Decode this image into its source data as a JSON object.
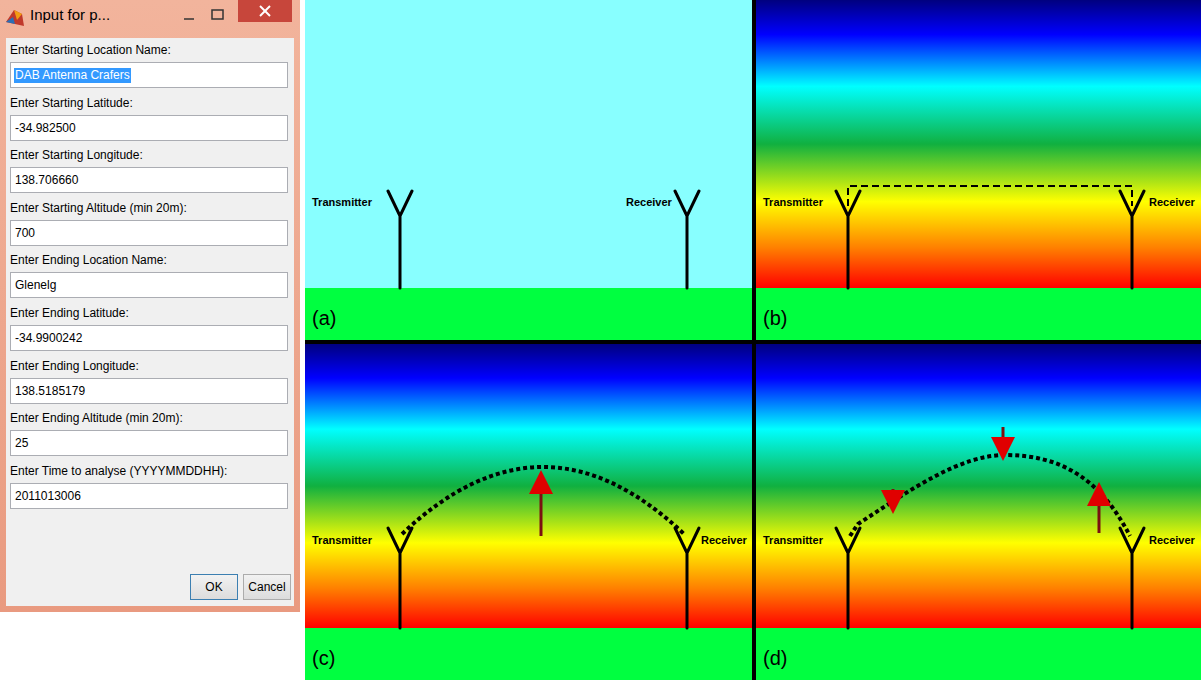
{
  "diagram": {
    "nodes": [
      {
        "text": [
          "Input for p..."
        ]
      },
      {
        "text": [
          "Enter Starting Location Name:",
          "DAB Antenna Crafers"
        ],
        "in": 0
      },
      {
        "text": [
          "Enter Starting Latitude:",
          "-34.982500"
        ],
        "in": 0
      },
      {
        "text": [
          "Enter Starting Longitude:",
          "138.706660"
        ],
        "in": 0
      },
      {
        "text": [
          "Enter Starting Altitude (min 20m):",
          "700"
        ],
        "in": 0
      },
      {
        "text": [
          "Enter Ending Location Name:",
          "Glenelg"
        ],
        "in": 0
      },
      {
        "text": [
          "Enter Ending Latitude:",
          "-34.9900242"
        ],
        "in": 0
      },
      {
        "text": [
          "Enter Ending Longitude:",
          "138.5185179"
        ],
        "in": 0
      },
      {
        "text": [
          "Enter Ending Altitude (min 20m):",
          "25"
        ],
        "in": 0
      },
      {
        "text": [
          "Enter Time to analyse (YYYYMMDDHH):",
          "2011013006"
        ],
        "in": 0
      },
      {
        "text": [
          "OK"
        ],
        "in": 0
      },
      {
        "text": [
          "Cancel"
        ],
        "in": 0
      }
    ],
    "labels": [
      "Transmitter",
      "Receiver",
      "(a)",
      "Transmitter",
      "Receiver",
      "(b)",
      "Transmitter",
      "Receiver",
      "(c)",
      "Transmitter",
      "Receiver",
      "(d)"
    ]
  }
}
